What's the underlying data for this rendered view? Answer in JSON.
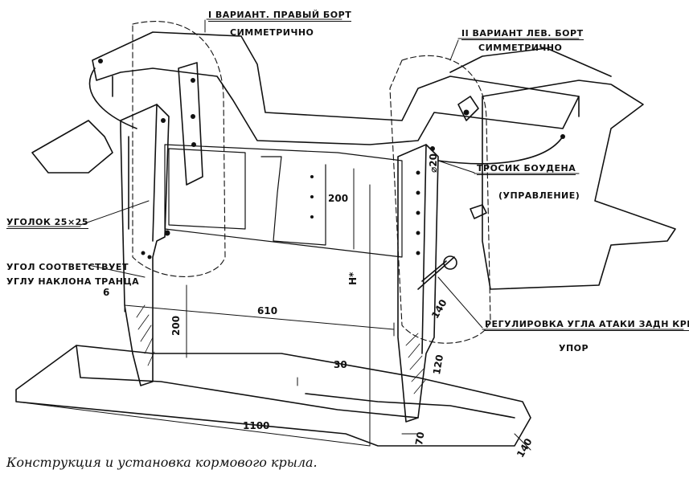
{
  "callouts": {
    "variant1": "I ВАРИАНТ. ПРАВЫЙ БОРТ",
    "variant1_sub": "СИММЕТРИЧНО",
    "variant2": "II ВАРИАНТ  ЛЕВ. БОРТ",
    "variant2_sub": "СИММЕТРИЧНО",
    "bowden": "ТРОСИК БОУДЕНА",
    "bowden_sub": "(УПРАВЛЕНИЕ)",
    "angle_bracket": "УГОЛОК 25×25",
    "transom_angle_1": "УГОЛ СООТВЕТСТВУЕТ",
    "transom_angle_2": "УГЛУ НАКЛОНА ТРАНЦА",
    "adjust": "РЕГУЛИРОВКА УГЛА АТАКИ ЗАДН КРЫЛА",
    "stop": "УПОР"
  },
  "dimensions": {
    "d20": "⌀20",
    "h200_upper": "200",
    "h_star": "H*",
    "six": "6",
    "span610": "610",
    "h200_lower": "200",
    "d140_mid": "140",
    "d120": "120",
    "thirty": "30",
    "span1100": "1100",
    "seventy": "70",
    "d140_right": "140"
  },
  "caption": "Конструкция и установка кормового крыла."
}
